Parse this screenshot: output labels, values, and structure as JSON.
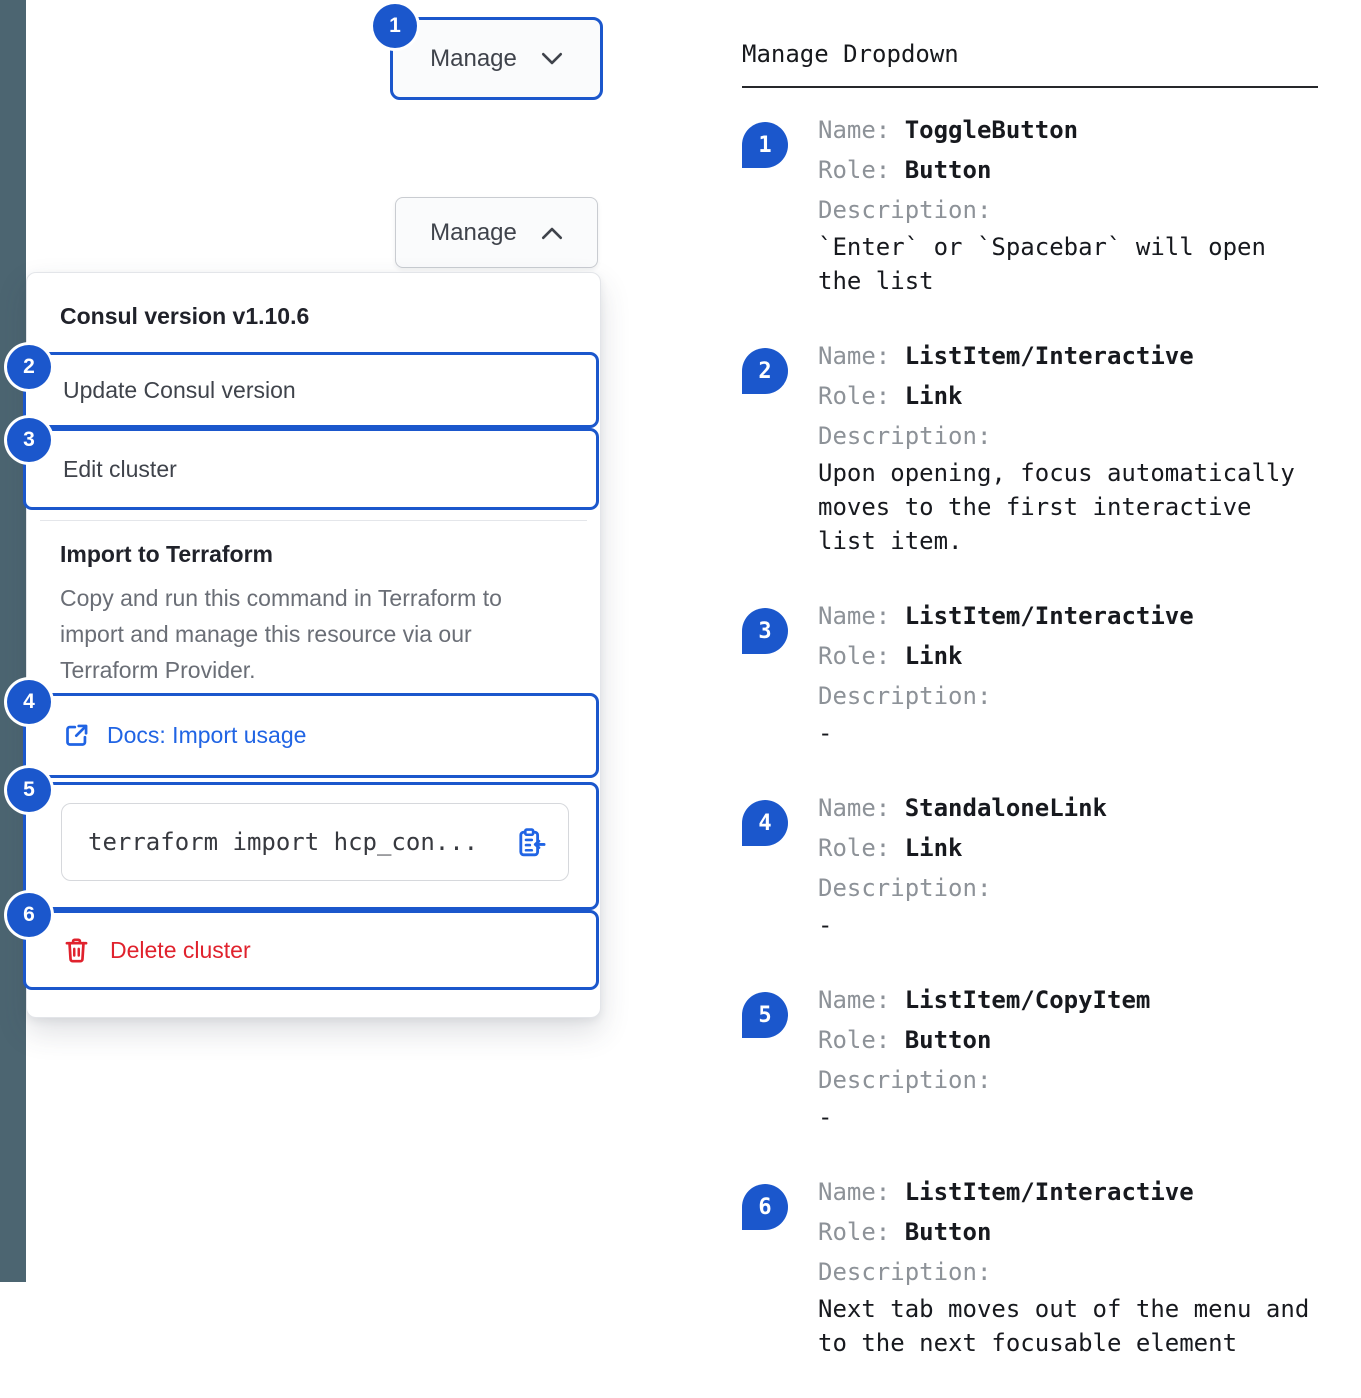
{
  "colors": {
    "accent_blue": "#1b57cc",
    "link_blue": "#2064e4",
    "danger_red": "#e0222d",
    "side_strip": "#4c6571",
    "muted_text": "#6a6e76",
    "mono_label_gray": "#8d9298"
  },
  "left": {
    "toggle_closed": {
      "badge": "1",
      "label": "Manage"
    },
    "toggle_open": {
      "label": "Manage"
    },
    "menu": {
      "version_header": "Consul version v1.10.6",
      "items": [
        {
          "badge": "2",
          "label": "Update Consul version"
        },
        {
          "badge": "3",
          "label": "Edit cluster"
        }
      ],
      "import_section": {
        "heading": "Import to Terraform",
        "description": "Copy and run this command in Terraform to import and manage this resource via our Terraform Provider.",
        "docs_link": {
          "badge": "4",
          "label": "Docs: Import usage"
        },
        "copy_command": {
          "badge": "5",
          "code": "terraform import hcp_con..."
        },
        "delete_item": {
          "badge": "6",
          "label": "Delete cluster"
        }
      }
    }
  },
  "right": {
    "title": "Manage Dropdown",
    "labels": {
      "name": "Name:",
      "role": "Role:",
      "description": "Description:"
    },
    "entries": [
      {
        "badge": "1",
        "name": "ToggleButton",
        "role": "Button",
        "description": "`Enter` or `Spacebar` will open the list"
      },
      {
        "badge": "2",
        "name": "ListItem/Interactive",
        "role": "Link",
        "description": "Upon opening, focus automatically moves to the first interactive list item."
      },
      {
        "badge": "3",
        "name": "ListItem/Interactive",
        "role": "Link",
        "description": "-"
      },
      {
        "badge": "4",
        "name": "StandaloneLink",
        "role": "Link",
        "description": "-"
      },
      {
        "badge": "5",
        "name": "ListItem/CopyItem",
        "role": "Button",
        "description": "-"
      },
      {
        "badge": "6",
        "name": "ListItem/Interactive",
        "role": "Button",
        "description": "Next tab moves out of the menu and to the next focusable element"
      }
    ]
  }
}
